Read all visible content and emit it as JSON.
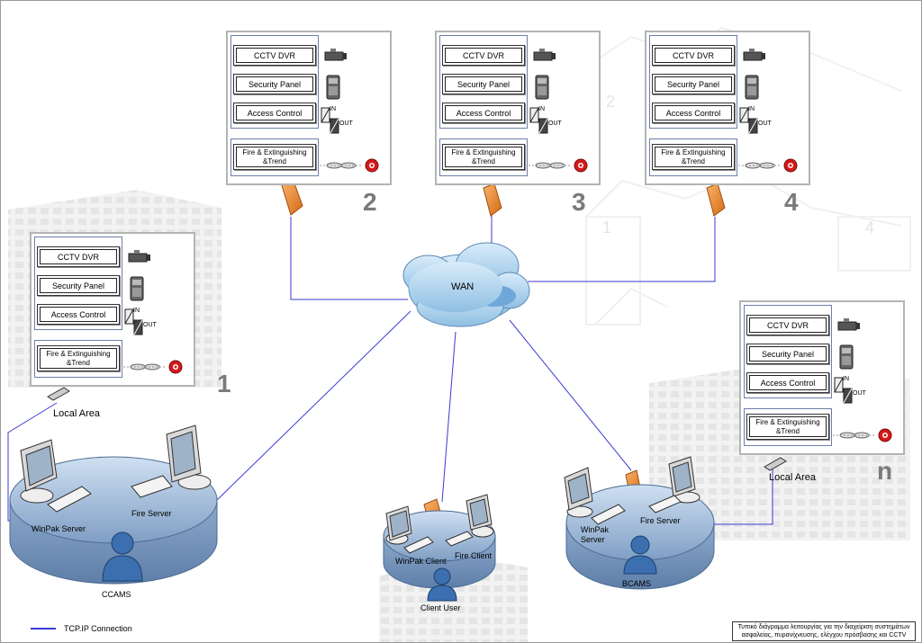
{
  "panels": [
    {
      "number": "1",
      "cctv": "CCTV  DVR",
      "security": "Security Panel",
      "access": "Access Control",
      "fire": "Fire & Extinguishing &Trend",
      "in": "IN",
      "out": "OUT"
    },
    {
      "number": "2",
      "cctv": "CCTV  DVR",
      "security": "Security Panel",
      "access": "Access Control",
      "fire": "Fire & Extinguishing &Trend",
      "in": "IN",
      "out": "OUT"
    },
    {
      "number": "3",
      "cctv": "CCTV  DVR",
      "security": "Security Panel",
      "access": "Access Control",
      "fire": "Fire & Extinguishing &Trend",
      "in": "IN",
      "out": "OUT"
    },
    {
      "number": "4",
      "cctv": "CCTV  DVR",
      "security": "Security Panel",
      "access": "Access Control",
      "fire": "Fire & Extinguishing &Trend",
      "in": "IN",
      "out": "OUT"
    },
    {
      "number": "n",
      "cctv": "CCTV  DVR",
      "security": "Security Panel",
      "access": "Access Control",
      "fire": "Fire & Extinguishing &Trend",
      "in": "IN",
      "out": "OUT"
    }
  ],
  "wan": "WAN",
  "local_area_1": "Local Area",
  "local_area_n": "Local Area",
  "ccams": {
    "server1": "WinPak Server",
    "server2": "Fire Server",
    "name": "CCAMS"
  },
  "client": {
    "client1": "WinPak Client",
    "client2": "Fire Client",
    "user": "Client User"
  },
  "bcams": {
    "server1_line1": "WinPak",
    "server1_line2": "Server",
    "server2": "Fire Server",
    "name": "BCAMS"
  },
  "legend": "TCP.IP Connection",
  "caption_line1": "Τυπικό διάγραμμα λειτουργίας για την διαχείριση συστημάτων",
  "caption_line2": "ασφαλείας, πυρανίχνευσης, ελέγχου πρόσβασης και CCTV",
  "bg_numbers": [
    "2",
    "1",
    "4"
  ],
  "colors": {
    "link": "#3a3ad6",
    "panel_border": "#b4b4b4",
    "platform": "#9db8d8",
    "firewall": "#e8862c"
  }
}
